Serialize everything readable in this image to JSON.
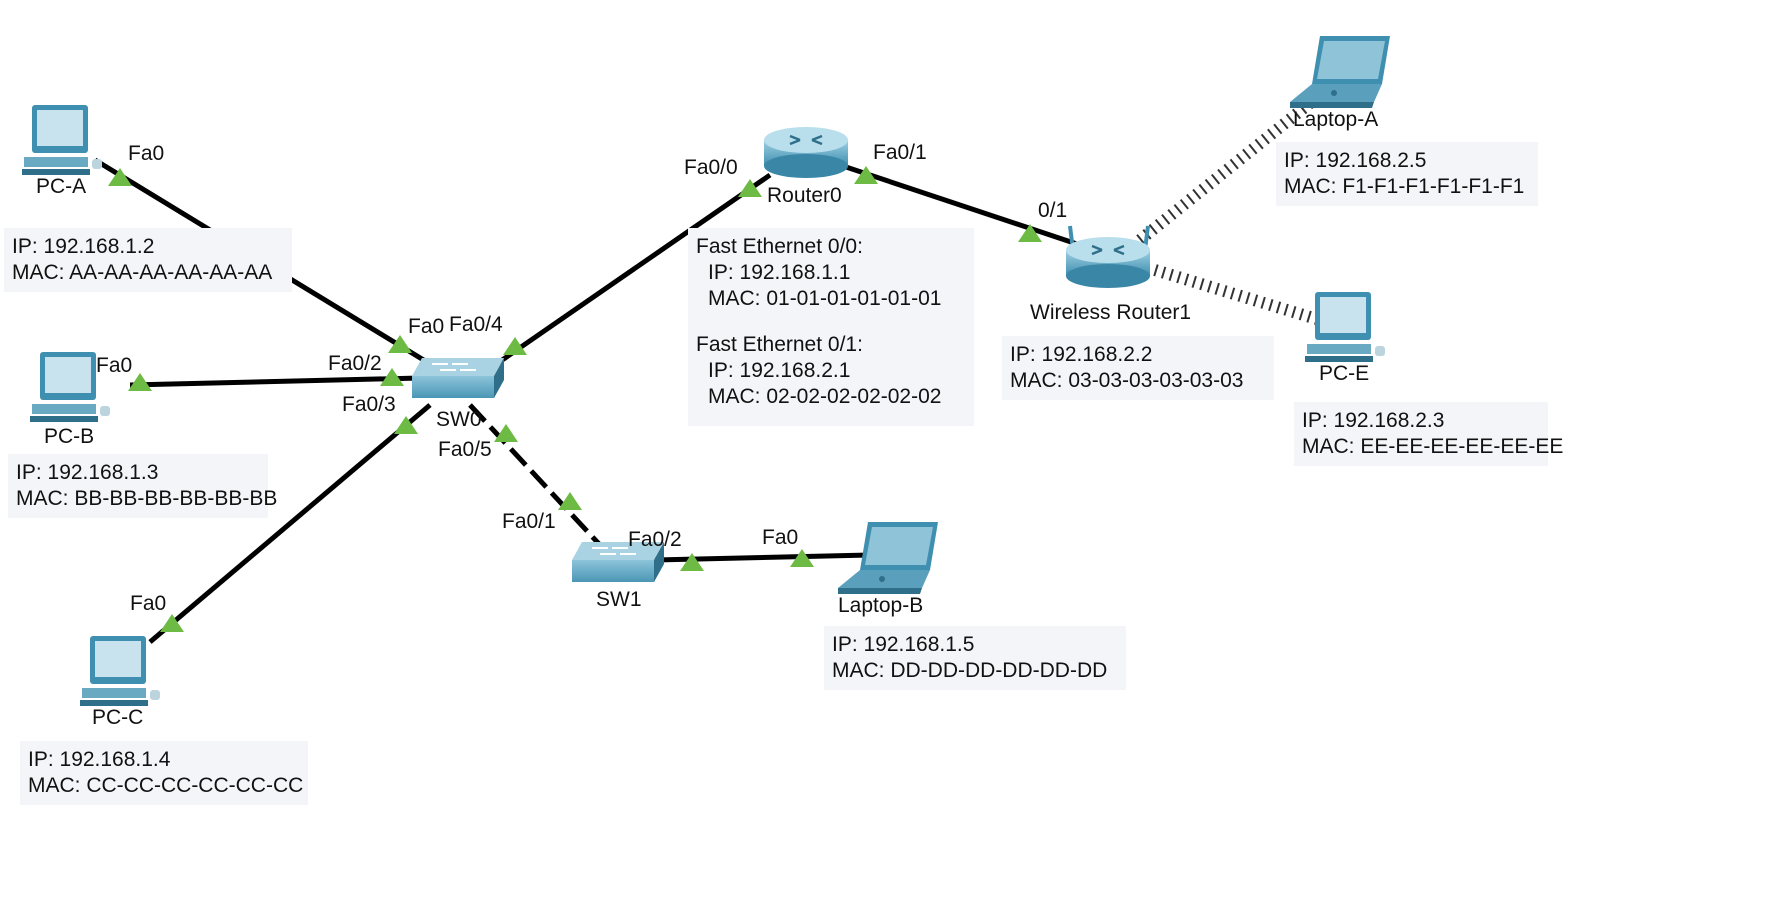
{
  "devices": {
    "pc_a": {
      "name": "PC-A",
      "ip": "IP: 192.168.1.2",
      "mac": "MAC: AA-AA-AA-AA-AA-AA"
    },
    "pc_b": {
      "name": "PC-B",
      "ip": "IP: 192.168.1.3",
      "mac": "MAC: BB-BB-BB-BB-BB-BB"
    },
    "pc_c": {
      "name": "PC-C",
      "ip": "IP: 192.168.1.4",
      "mac": "MAC: CC-CC-CC-CC-CC-CC"
    },
    "sw0": {
      "name": "SW0"
    },
    "sw1": {
      "name": "SW1"
    },
    "laptop_b": {
      "name": "Laptop-B",
      "ip": "IP: 192.168.1.5",
      "mac": "MAC: DD-DD-DD-DD-DD-DD"
    },
    "router0": {
      "name": "Router0",
      "if0_title": "Fast Ethernet 0/0:",
      "if0_ip": "IP: 192.168.1.1",
      "if0_mac": "MAC: 01-01-01-01-01-01",
      "if1_title": "Fast Ethernet 0/1:",
      "if1_ip": "IP: 192.168.2.1",
      "if1_mac": "MAC: 02-02-02-02-02-02"
    },
    "wireless_router1": {
      "name": "Wireless Router1",
      "ip": "IP: 192.168.2.2",
      "mac": "MAC: 03-03-03-03-03-03"
    },
    "laptop_a": {
      "name": "Laptop-A",
      "ip": "IP: 192.168.2.5",
      "mac": "MAC: F1-F1-F1-F1-F1-F1"
    },
    "pc_e": {
      "name": "PC-E",
      "ip": "IP: 192.168.2.3",
      "mac": "MAC: EE-EE-EE-EE-EE-EE"
    }
  },
  "ports": {
    "pc_a_fa0": "Fa0",
    "pc_b_fa0": "Fa0",
    "pc_c_fa0": "Fa0",
    "sw0_fa0": "Fa0",
    "sw0_fa0_4": "Fa0/4",
    "sw0_fa0_2": "Fa0/2",
    "sw0_fa0_3": "Fa0/3",
    "sw0_fa0_5": "Fa0/5",
    "sw1_fa0_1": "Fa0/1",
    "sw1_fa0_2": "Fa0/2",
    "laptop_b_fa0": "Fa0",
    "router0_fa0_0": "Fa0/0",
    "router0_fa0_1": "Fa0/1",
    "wr1_0_1": "0/1"
  },
  "colors": {
    "link": "#000000",
    "link_up": "#6dbb45",
    "device_body": "#4d9ab8",
    "device_dark": "#2f6f8a",
    "device_light": "#a9d3e3",
    "screen": "#c9e3ee",
    "info_bg": "#f3f5f9"
  }
}
